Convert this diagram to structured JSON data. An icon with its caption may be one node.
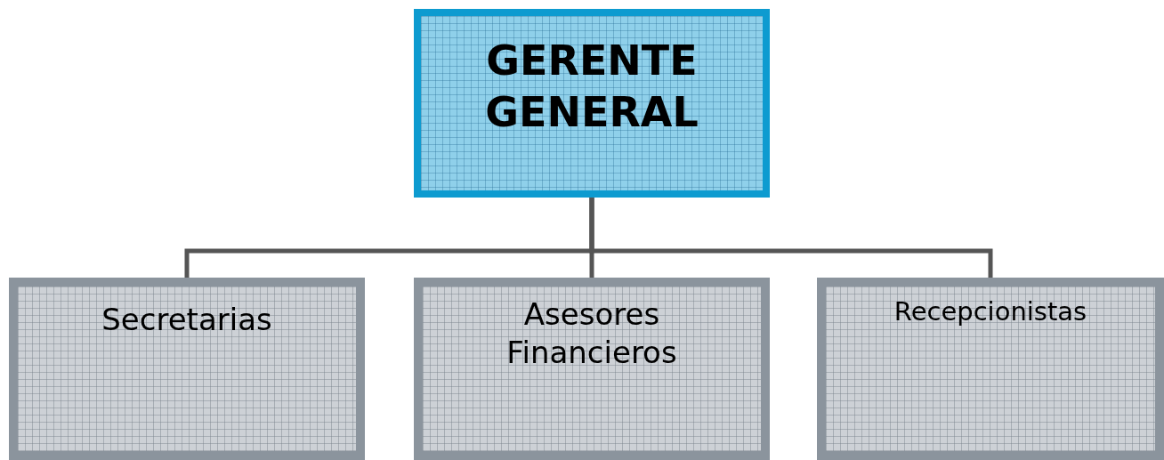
{
  "diagram": {
    "nodes": [
      {
        "text": [
          "GERENTE GENERAL"
        ]
      },
      {
        "text": [
          "Secretarias"
        ]
      },
      {
        "text": [
          "Asesores Financieros"
        ]
      },
      {
        "text": [
          "Recepcionistas"
        ]
      }
    ],
    "edges": [
      {
        "from": 0,
        "to": 1,
        "arrow": "none"
      },
      {
        "from": 0,
        "to": 2,
        "arrow": "none"
      },
      {
        "from": 0,
        "to": 3,
        "arrow": "none"
      }
    ]
  }
}
